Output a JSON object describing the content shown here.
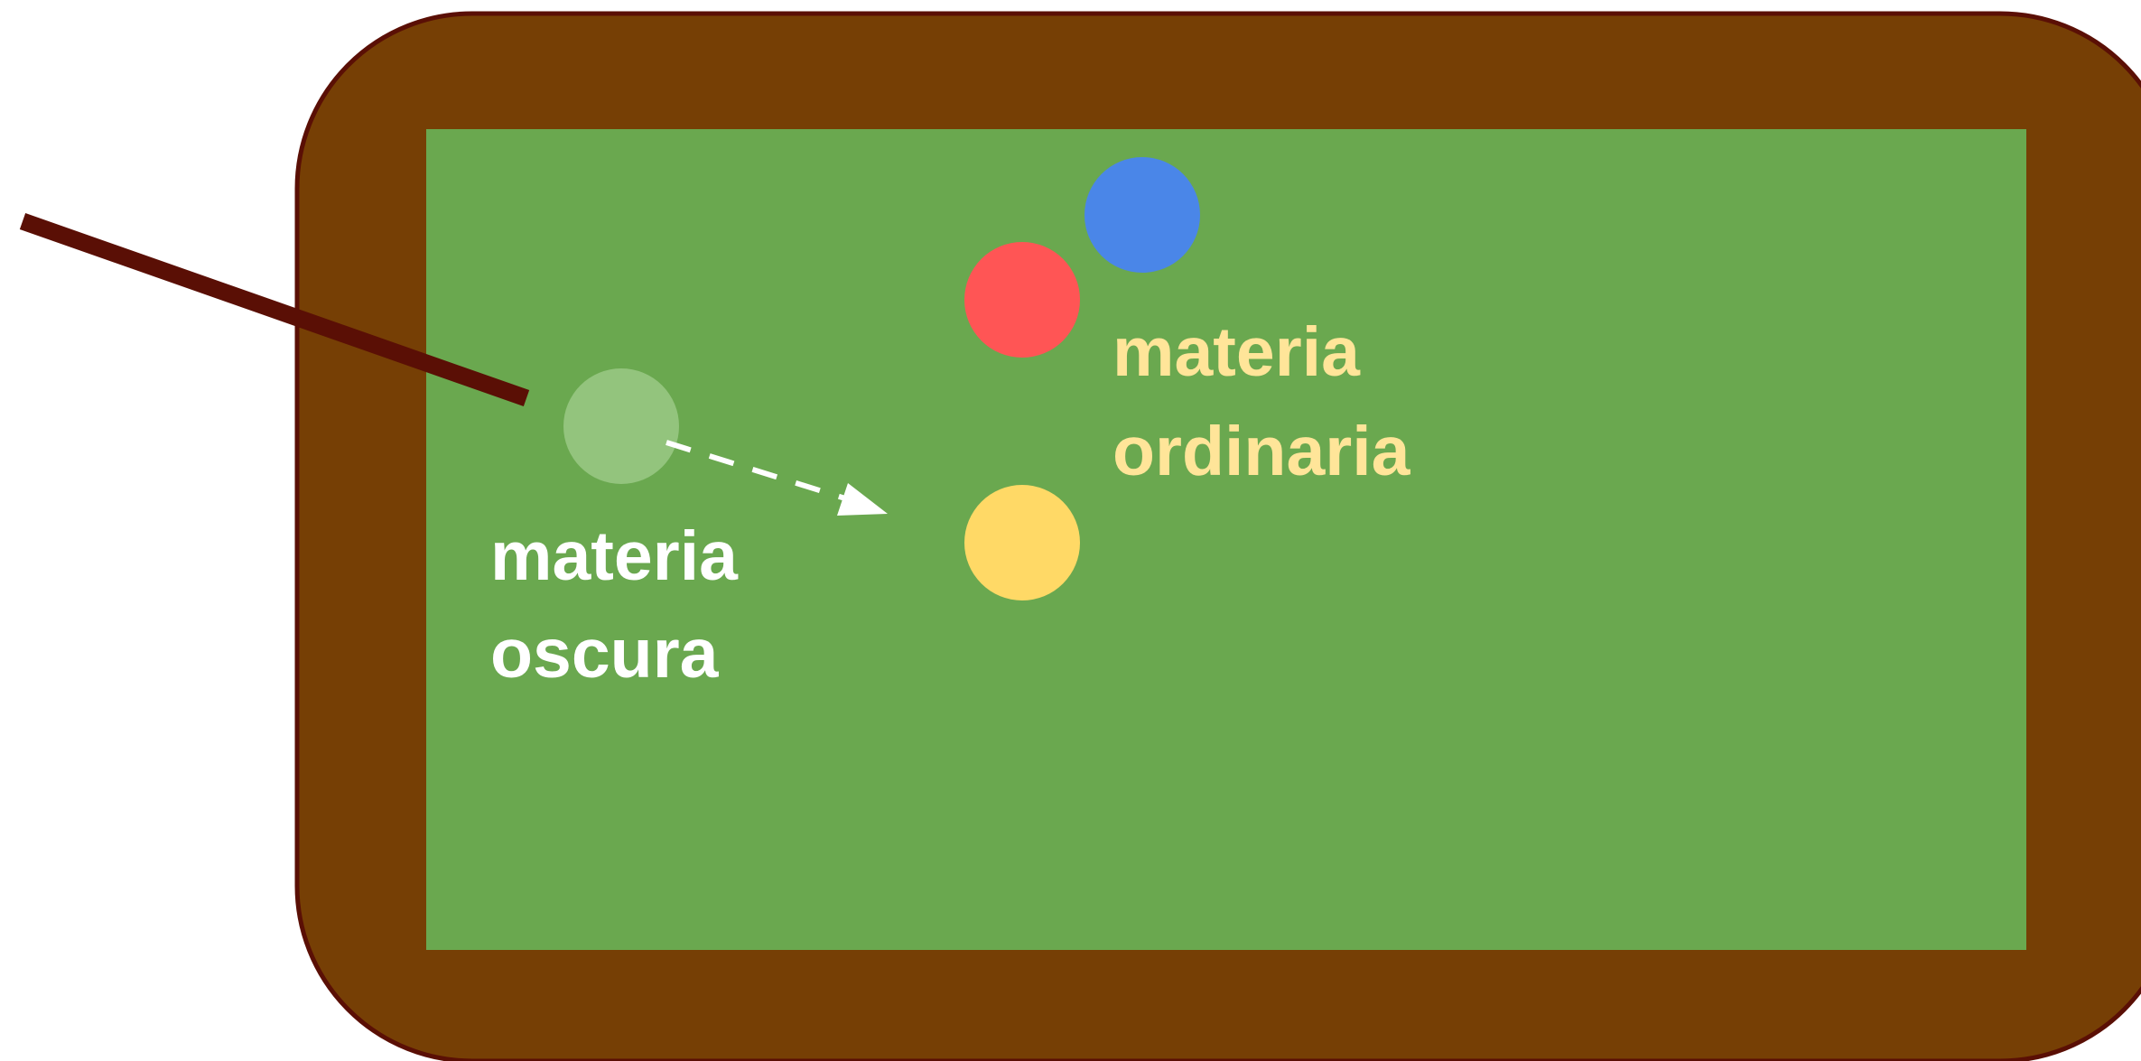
{
  "labels": {
    "dark_matter": [
      "materia",
      "oscura"
    ],
    "ordinary_matter": [
      "materia",
      "ordinaria"
    ]
  },
  "colors": {
    "background": "#ffffff",
    "rail": "#763f05",
    "rail_outline": "#5a0f05",
    "felt": "#6aa84f",
    "cue": "#5a0f05",
    "dark_matter_ball": "#93c47d",
    "ball_blue": "#4a86e8",
    "ball_red": "#ff5555",
    "ball_yellow": "#ffd966",
    "arrow": "#ffffff",
    "label_dark_matter": "#ffffff",
    "label_ordinary_matter": "#ffe599"
  }
}
